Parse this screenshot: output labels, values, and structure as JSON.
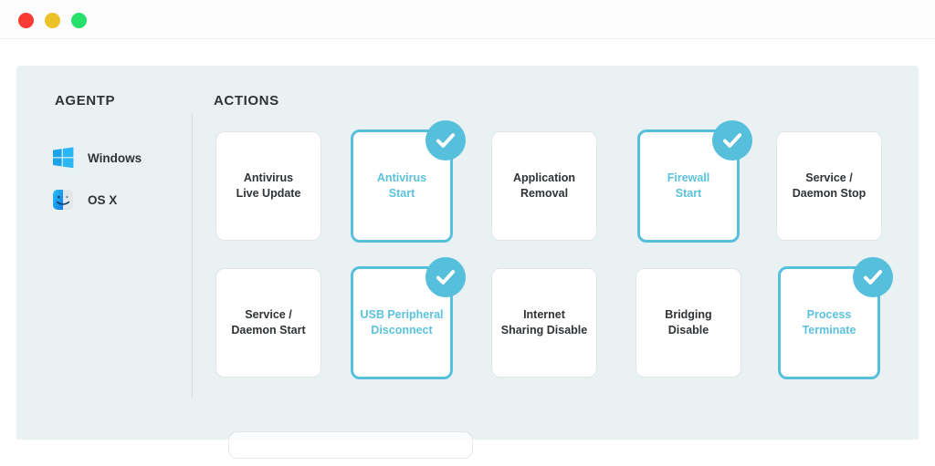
{
  "window": {
    "controls": [
      {
        "name": "close",
        "color": "#fa3a35"
      },
      {
        "name": "minimize",
        "color": "#edc12a"
      },
      {
        "name": "maximize",
        "color": "#26e06a"
      }
    ]
  },
  "theme": {
    "panel_bg": "#e9f1f3",
    "accent": "#56bfdc",
    "accent_text": "#5bc2de",
    "card_bg": "#ffffff",
    "card_border": "#e2e4e6",
    "text": "#2f3336"
  },
  "sidebar": {
    "title": "AGENTP",
    "items": [
      {
        "label": "Windows",
        "icon": "windows-logo-icon"
      },
      {
        "label": "OS X",
        "icon": "finder-face-icon"
      }
    ]
  },
  "main": {
    "title": "ACTIONS",
    "rows": [
      [
        {
          "label": "Antivirus\nLive Update",
          "selected": false
        },
        {
          "label": "Antivirus\nStart",
          "selected": true
        },
        {
          "label": "Application\nRemoval",
          "selected": false
        },
        {
          "label": "Firewall\nStart",
          "selected": true
        },
        {
          "label": "Service /\nDaemon Stop",
          "selected": false
        }
      ],
      [
        {
          "label": "Service /\nDaemon Start",
          "selected": false
        },
        {
          "label": "USB Peripheral\nDisconnect",
          "selected": true
        },
        {
          "label": "Internet\nSharing Disable",
          "selected": false
        },
        {
          "label": "Bridging\nDisable",
          "selected": false
        },
        {
          "label": "Process\nTerminate",
          "selected": true
        }
      ]
    ],
    "selected_count": 4
  }
}
